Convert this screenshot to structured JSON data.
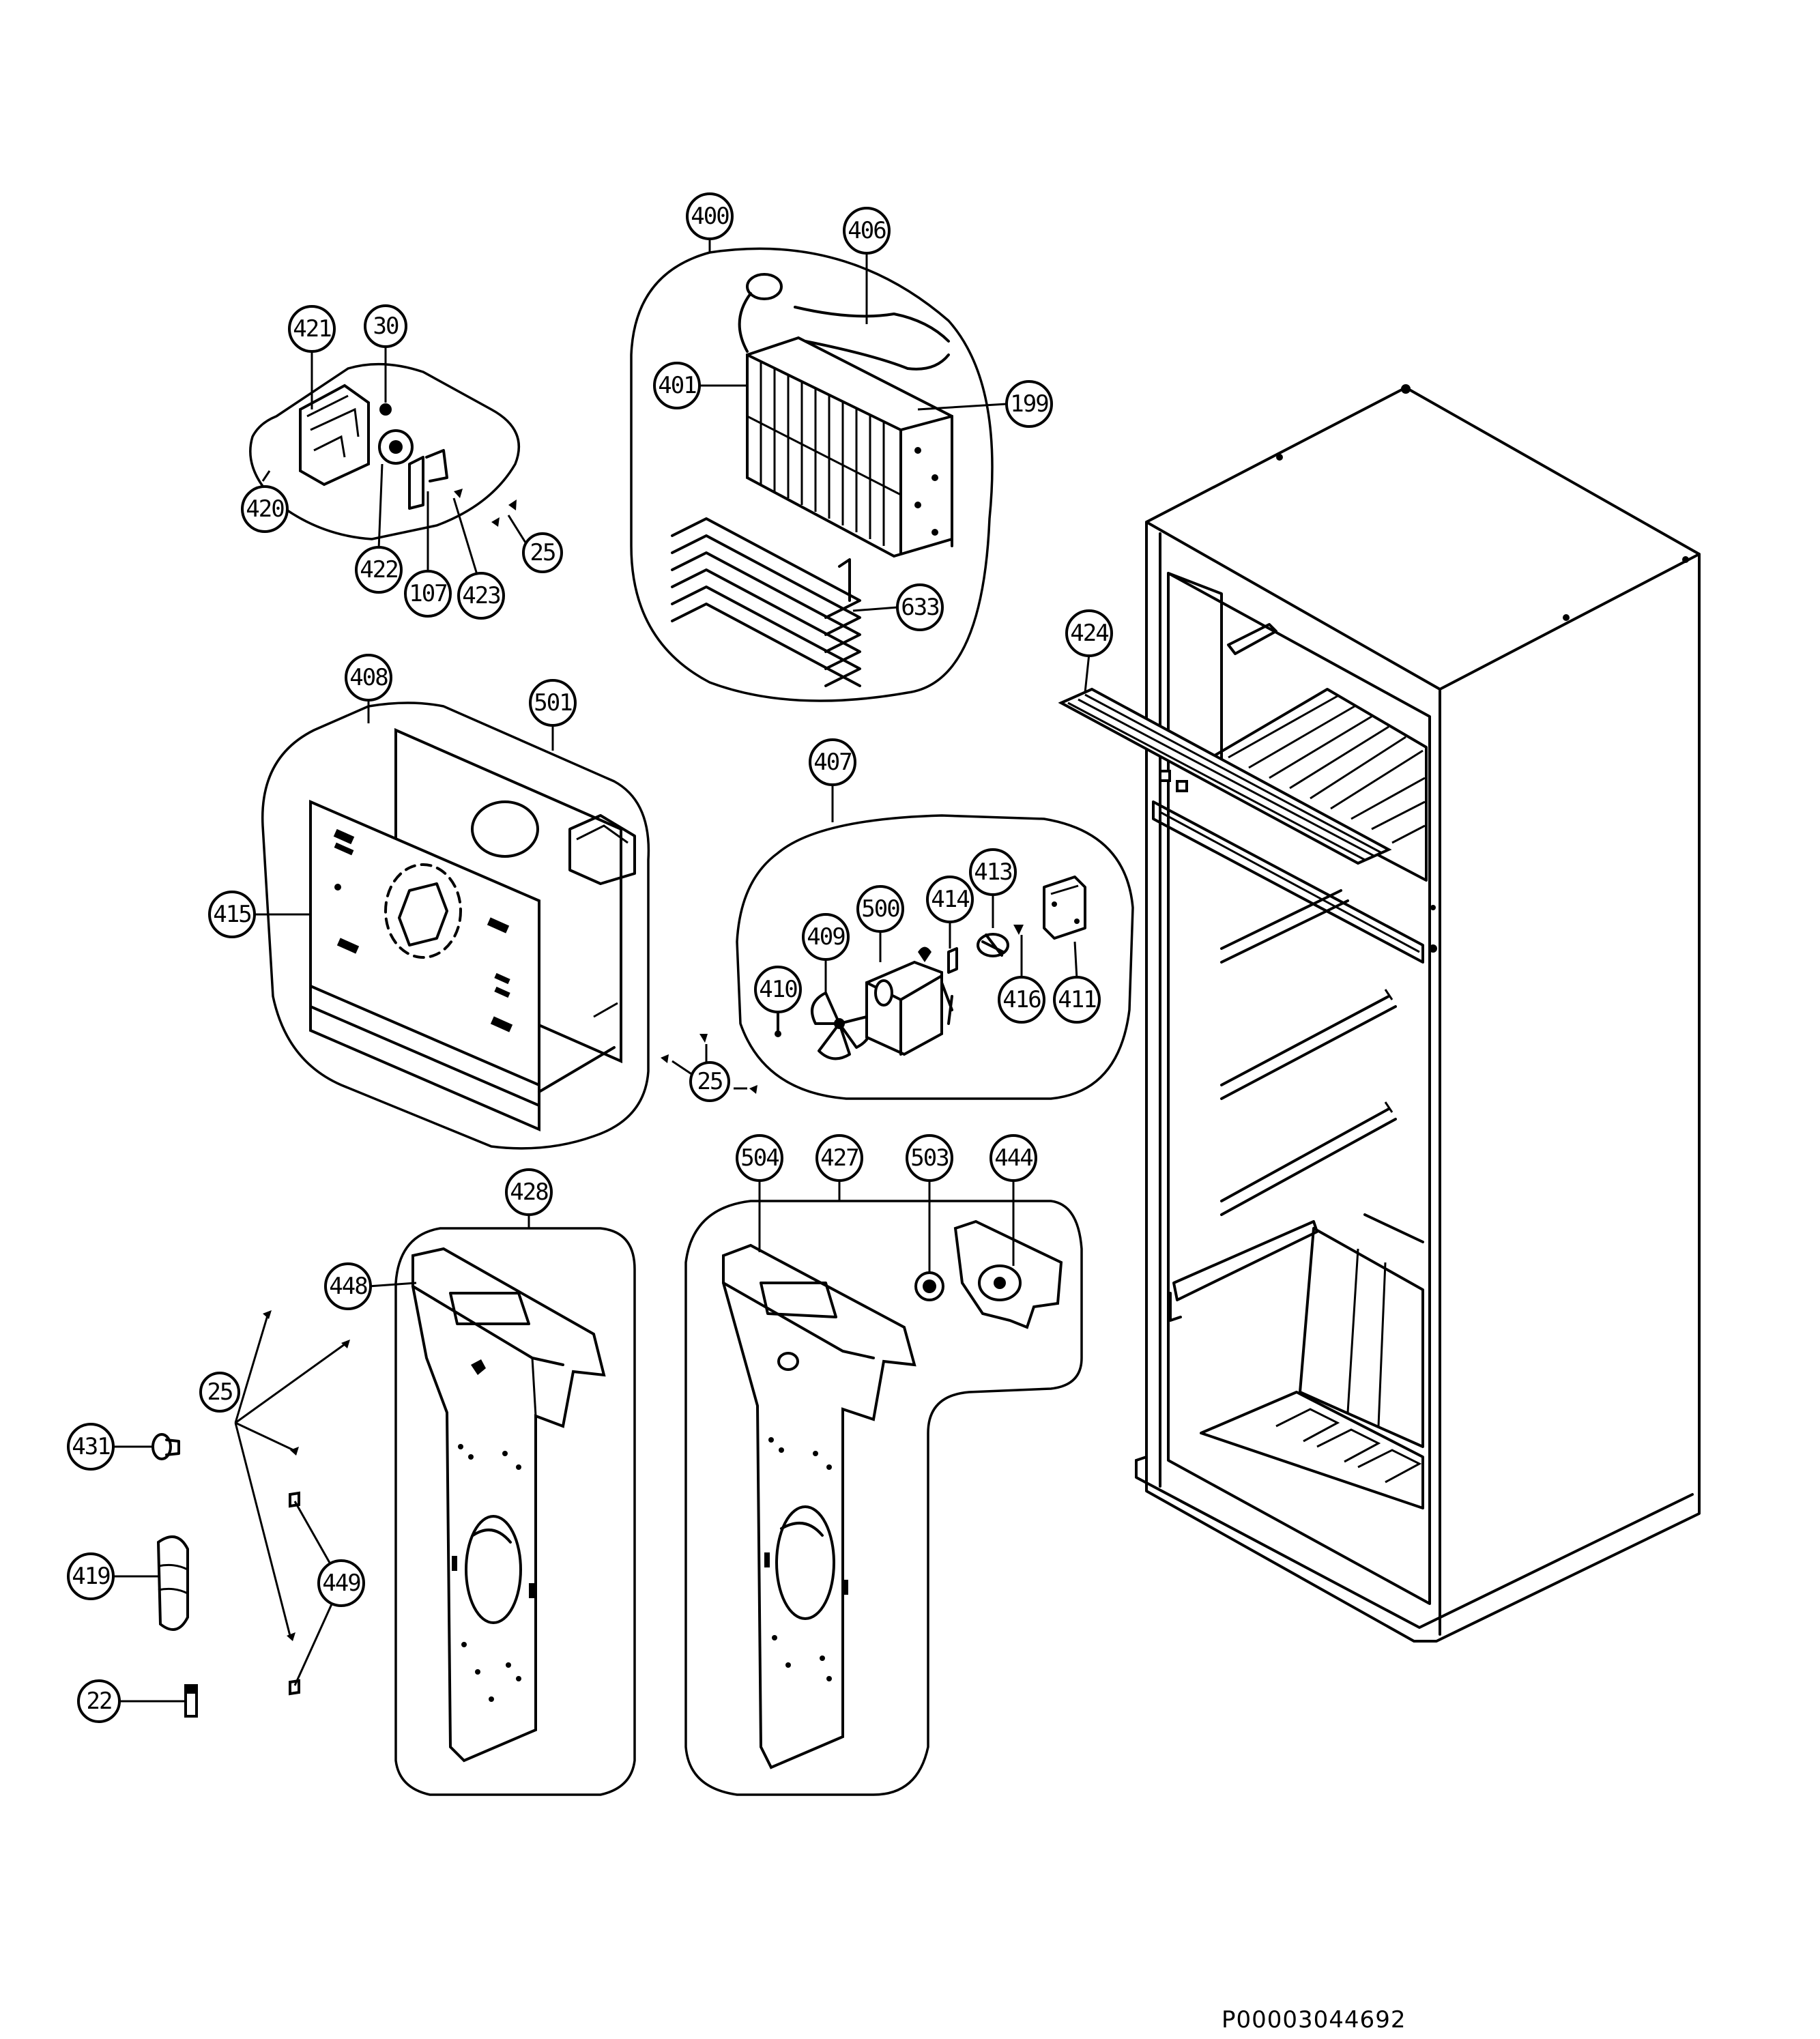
{
  "callouts": [
    {
      "id": "c400",
      "label": "400"
    },
    {
      "id": "c406",
      "label": "406"
    },
    {
      "id": "c401",
      "label": "401"
    },
    {
      "id": "c199",
      "label": "199"
    },
    {
      "id": "c633",
      "label": "633"
    },
    {
      "id": "c421",
      "label": "421"
    },
    {
      "id": "c30",
      "label": "30"
    },
    {
      "id": "c420",
      "label": "420"
    },
    {
      "id": "c422",
      "label": "422"
    },
    {
      "id": "c107",
      "label": "107"
    },
    {
      "id": "c423",
      "label": "423"
    },
    {
      "id": "c25a",
      "label": "25"
    },
    {
      "id": "c408",
      "label": "408"
    },
    {
      "id": "c501",
      "label": "501"
    },
    {
      "id": "c415",
      "label": "415"
    },
    {
      "id": "c407",
      "label": "407"
    },
    {
      "id": "c413",
      "label": "413"
    },
    {
      "id": "c414",
      "label": "414"
    },
    {
      "id": "c500",
      "label": "500"
    },
    {
      "id": "c409",
      "label": "409"
    },
    {
      "id": "c410",
      "label": "410"
    },
    {
      "id": "c416",
      "label": "416"
    },
    {
      "id": "c411",
      "label": "411"
    },
    {
      "id": "c25b",
      "label": "25"
    },
    {
      "id": "c424",
      "label": "424"
    },
    {
      "id": "c504",
      "label": "504"
    },
    {
      "id": "c427",
      "label": "427"
    },
    {
      "id": "c503",
      "label": "503"
    },
    {
      "id": "c444",
      "label": "444"
    },
    {
      "id": "c428",
      "label": "428"
    },
    {
      "id": "c448",
      "label": "448"
    },
    {
      "id": "c25c",
      "label": "25"
    },
    {
      "id": "c431",
      "label": "431"
    },
    {
      "id": "c419",
      "label": "419"
    },
    {
      "id": "c449",
      "label": "449"
    },
    {
      "id": "c22",
      "label": "22"
    }
  ],
  "footer": {
    "code": "P00003044692"
  }
}
